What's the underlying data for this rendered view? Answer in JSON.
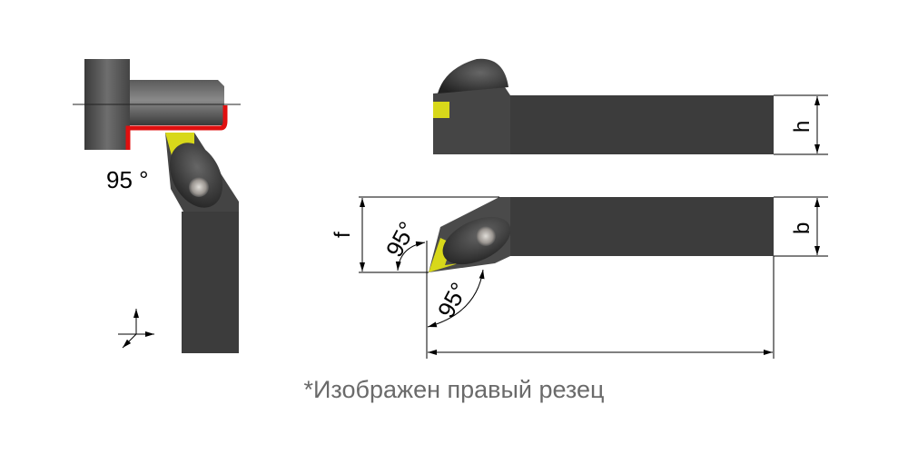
{
  "labels": {
    "side_angle": "95 °",
    "f_label": "f",
    "angle_top": "95°",
    "angle_bottom": "95°",
    "h_label": "h",
    "b_label": "b"
  },
  "caption": "*Изображен правый резец",
  "colors": {
    "body": "#3c3c3c",
    "insert": "#d8d81a",
    "contour": "#e01010",
    "caption": "#6a6a6a"
  }
}
